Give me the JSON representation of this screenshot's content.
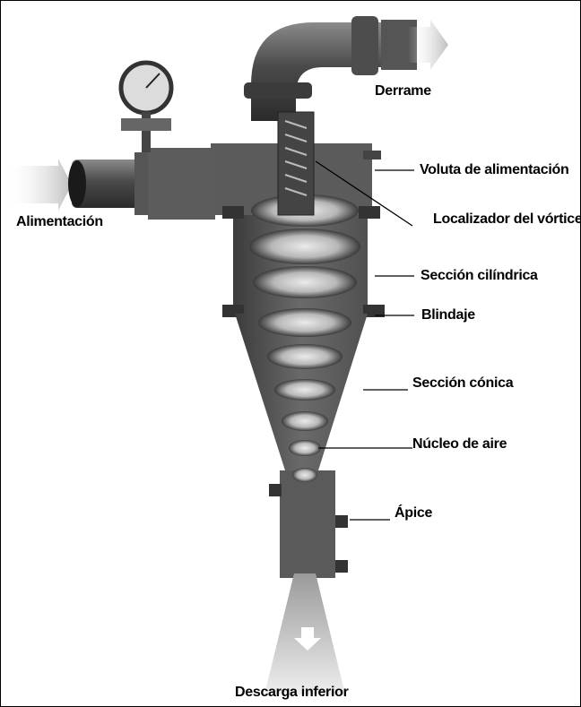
{
  "labels": {
    "feed": "Alimentación",
    "overflow": "Derrame",
    "feed_volute": "Voluta de alimentación",
    "vortex_finder": "Localizador del vórtice",
    "cylindrical_section": "Sección cilíndrica",
    "liner": "Blindaje",
    "conical_section": "Sección cónica",
    "air_core": "Núcleo de aire",
    "apex": "Ápice",
    "underflow": "Descarga inferior"
  },
  "colors": {
    "metal_dark": "#3a3a3a",
    "metal_mid": "#6b6b6b",
    "metal_light": "#a9a9a9",
    "flow_light": "#e4e4e4"
  }
}
